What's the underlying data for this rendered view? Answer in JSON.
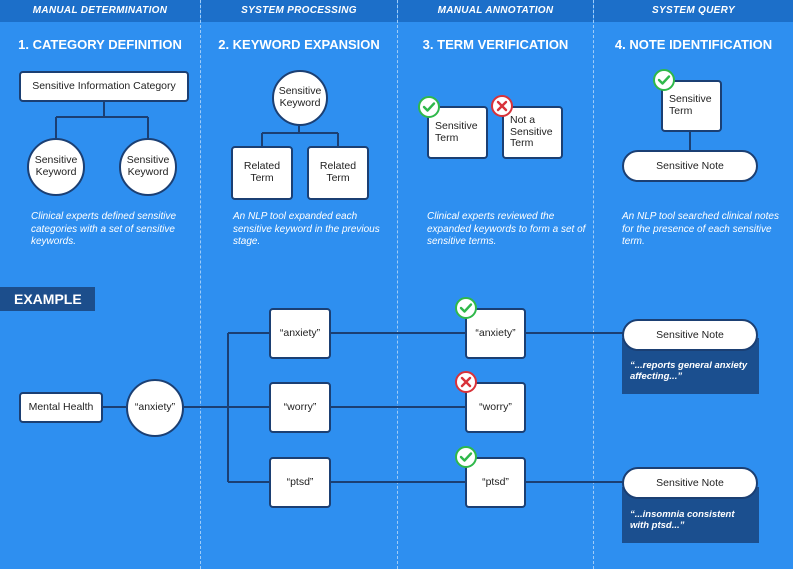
{
  "stages": [
    {
      "header": "MANUAL DETERMINATION",
      "title": "1. CATEGORY DEFINITION",
      "description": "Clinical experts defined sensitive categories with a set of sensitive keywords."
    },
    {
      "header": "SYSTEM PROCESSING",
      "title": "2. KEYWORD EXPANSION",
      "description": "An NLP tool expanded each sensitive keyword in the previous stage."
    },
    {
      "header": "MANUAL ANNOTATION",
      "title": "3. TERM VERIFICATION",
      "description": "Clinical experts reviewed the expanded keywords to form a set of sensitive terms."
    },
    {
      "header": "SYSTEM QUERY",
      "title": "4. NOTE IDENTIFICATION",
      "description": "An NLP tool searched clinical notes for the presence of each sensitive term."
    }
  ],
  "overview": {
    "category_box": "Sensitive Information Category",
    "keyword_1": "Sensitive Keyword",
    "keyword_2": "Sensitive Keyword",
    "expansion_keyword": "Sensitive Keyword",
    "related_term_1": "Related Term",
    "related_term_2": "Related Term",
    "verified_term": "Sensitive Term",
    "rejected_term": "Not a Sensitive Term",
    "identified_term": "Sensitive Term",
    "identified_note": "Sensitive Note"
  },
  "example": {
    "label": "EXAMPLE",
    "category": "Mental Health",
    "keyword": "“anxiety”",
    "expanded_terms": [
      "“anxiety”",
      "“worry”",
      "“ptsd”"
    ],
    "verified_terms": [
      "“anxiety”",
      "“worry”",
      "“ptsd”"
    ],
    "verification_status": [
      "accepted",
      "rejected",
      "accepted"
    ],
    "notes": [
      {
        "title": "Sensitive Note",
        "snippet": "“...reports general anxiety affecting...”"
      },
      {
        "title": "Sensitive Note",
        "snippet": "“...insomnia consistent with ptsd...”"
      }
    ]
  },
  "colors": {
    "background": "#2e8ff0",
    "header": "#1c6fc9",
    "border": "#1b3f73",
    "accept": "#2fb84a",
    "reject": "#d8323a"
  },
  "icons": {
    "accept": "check-icon",
    "reject": "x-icon"
  }
}
